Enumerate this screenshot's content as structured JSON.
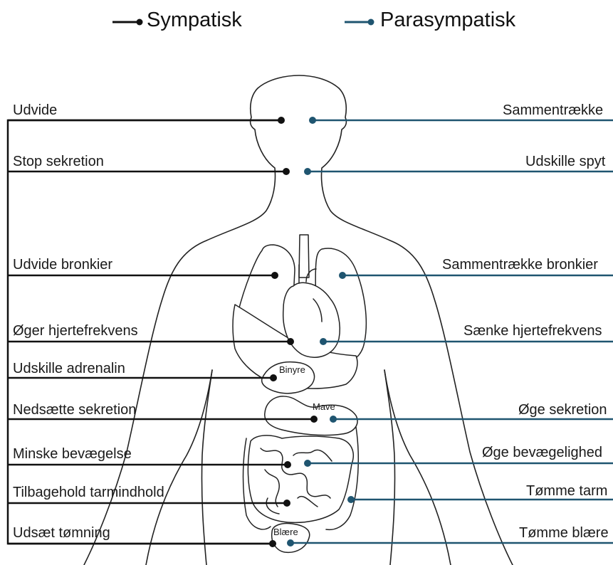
{
  "legend": {
    "sympathetic": "Sympatisk",
    "parasympathetic": "Parasympatisk"
  },
  "colors": {
    "sympathetic": "#111111",
    "parasympathetic": "#1f5570"
  },
  "organ_labels": {
    "adrenal": "Binyre",
    "stomach": "Mave",
    "bladder": "Blære"
  },
  "rows": [
    {
      "organ": "eye",
      "sympathetic": "Udvide",
      "parasympathetic": "Sammentrække"
    },
    {
      "organ": "salivary-gland",
      "sympathetic": "Stop sekretion",
      "parasympathetic": "Udskille spyt"
    },
    {
      "organ": "lungs",
      "sympathetic": "Udvide bronkier",
      "parasympathetic": "Sammentrække bronkier"
    },
    {
      "organ": "heart",
      "sympathetic": "Øger hjertefrekvens",
      "parasympathetic": "Sænke hjertefrekvens"
    },
    {
      "organ": "adrenal",
      "sympathetic": "Udskille adrenalin",
      "parasympathetic": ""
    },
    {
      "organ": "stomach",
      "sympathetic": "Nedsætte sekretion",
      "parasympathetic": "Øge sekretion"
    },
    {
      "organ": "intestine",
      "sympathetic": "Minske bevægelse",
      "parasympathetic": "Øge bevægelighed"
    },
    {
      "organ": "colon",
      "sympathetic": "Tilbagehold tarmindhold",
      "parasympathetic": "Tømme tarm"
    },
    {
      "organ": "bladder",
      "sympathetic": "Udsæt tømning",
      "parasympathetic": "Tømme blære"
    }
  ]
}
